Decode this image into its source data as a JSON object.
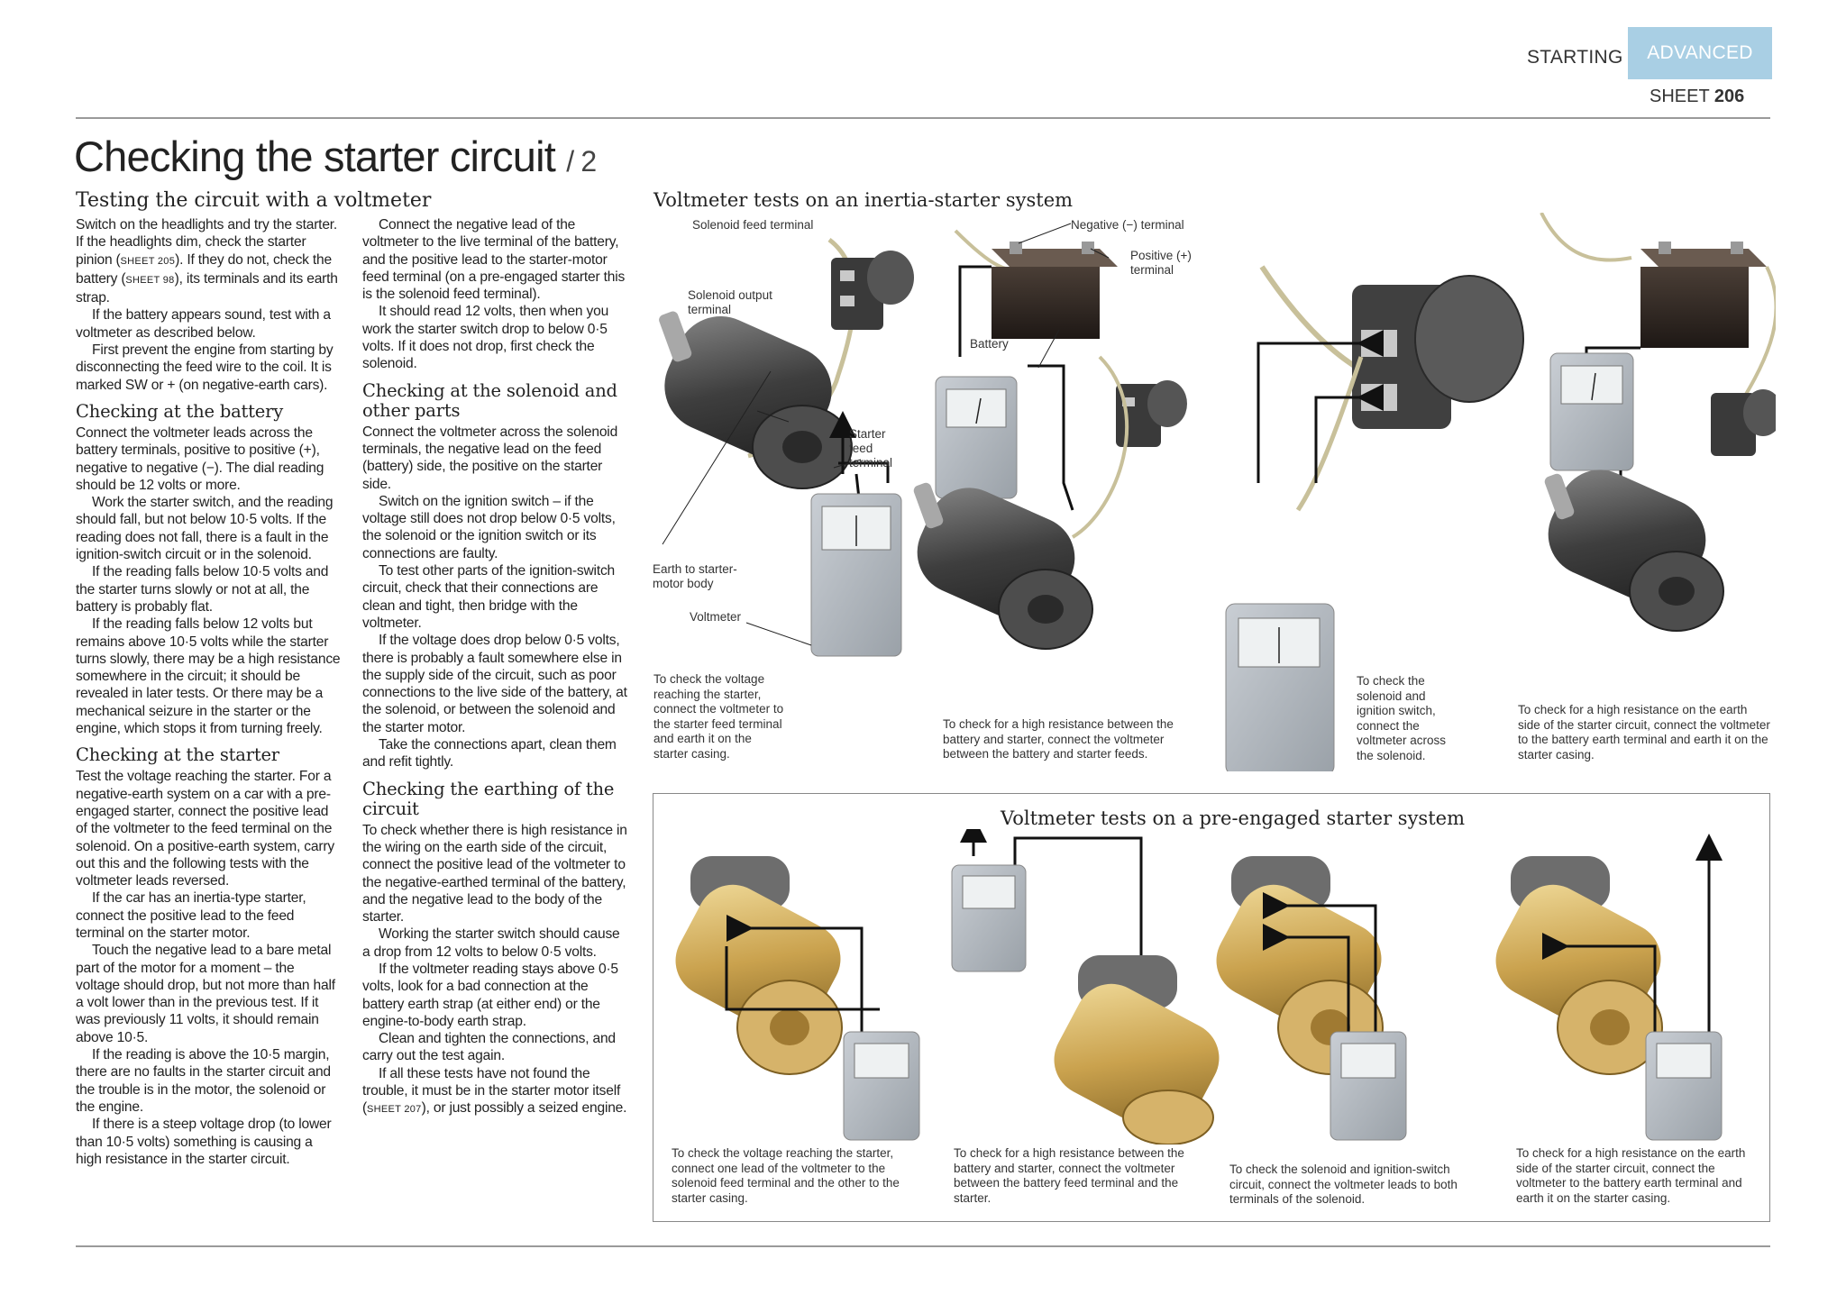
{
  "header": {
    "tab_starting": "STARTING",
    "tab_advanced": "ADVANCED",
    "sheet_label": "SHEET",
    "sheet_number": "206",
    "accent_color": "#a9cfe4"
  },
  "page": {
    "title": "Checking the starter circuit",
    "title_part": "/ 2"
  },
  "article": {
    "heading": "Testing the circuit with a voltmeter",
    "intro": [
      "Switch on the headlights and try the starter. If the headlights dim, check the starter pinion (",
      "SHEET 205",
      "). If they do not, check the battery (",
      "SHEET 98",
      "), its terminals and its earth strap.",
      "If the battery appears sound, test with a voltmeter as described below.",
      "First prevent the engine from starting by disconnecting the feed wire to the coil. It is marked SW or + (on negative-earth cars)."
    ],
    "battery_heading": "Checking at the battery",
    "battery": [
      "Connect the voltmeter leads across the battery terminals, positive to positive (+), negative to negative (−). The dial reading should be 12 volts or more.",
      "Work the starter switch, and the reading should fall, but not below 10·5 volts. If the reading does not fall, there is a fault in the ignition-switch circuit or in the solenoid.",
      "If the reading falls below 10·5 volts and the starter turns slowly or not at all, the battery is probably flat.",
      "If the reading falls below 12 volts but remains above 10·5 volts while the starter turns slowly, there may be a high resistance somewhere in the circuit; it should be revealed in later tests. Or there may be a mechanical seizure in the starter or the engine, which stops it from turning freely."
    ],
    "starter_heading": "Checking at the starter",
    "starter": [
      "Test the voltage reaching the starter. For a negative-earth system on a car with a pre-engaged starter, connect the positive lead of the voltmeter to the feed terminal on the solenoid. On a positive-earth system, carry out this and the following tests with the voltmeter leads reversed.",
      "If the car has an inertia-type starter, connect the positive lead to the feed terminal on the starter motor.",
      "Touch the negative lead to a bare metal part of the motor for a moment – the voltage should drop, but not more than half a volt lower than in the previous test. If it was previously 11 volts, it should remain above 10·5.",
      "If the reading is above the 10·5 margin, there are no faults in the starter circuit and the trouble is in the motor, the solenoid or the engine.",
      "If there is a steep voltage drop (to lower than 10·5 volts) something is causing a high resistance in the starter circuit.",
      "Connect the negative lead of the voltmeter to the live terminal of the battery, and the positive lead to the starter-motor feed terminal (on a pre-engaged starter this is the solenoid feed terminal).",
      "It should read 12 volts, then when you work the starter switch drop to below 0·5 volts. If it does not drop, first check the solenoid."
    ],
    "solenoid_heading": "Checking at the solenoid and other parts",
    "solenoid": [
      "Connect the voltmeter across the solenoid terminals, the negative lead on the feed (battery) side, the positive on the starter side.",
      "Switch on the ignition switch – if the voltage still does not drop below 0·5 volts, the solenoid or the ignition switch or its connections are faulty.",
      "To test other parts of the ignition-switch circuit, check that their connections are clean and tight, then bridge with the voltmeter.",
      "If the voltage does drop below 0·5 volts, there is probably a fault somewhere else in the supply side of the circuit, such as poor connections to the live side of the battery, at the solenoid, or between the solenoid and the starter motor.",
      "Take the connections apart, clean them and refit tightly."
    ],
    "earthing_heading": "Checking the earthing of the circuit",
    "earthing": [
      "To check whether there is high resistance in the wiring on the earth side of the circuit, connect the positive lead of the voltmeter to the negative-earthed terminal of the battery, and the negative lead to the body of the starter.",
      "Working the starter switch should cause a drop from 12 volts to below 0·5 volts.",
      "If the voltmeter reading stays above 0·5 volts, look for a bad connection at the battery earth strap (at either end) or the engine-to-body earth strap.",
      "Clean and tighten the connections, and carry out the test again.",
      "If all these tests have not found the trouble, it must be in the starter motor itself (",
      "SHEET 207",
      "), or just possibly a seized engine."
    ]
  },
  "inertia_figure": {
    "title": "Voltmeter tests on an inertia-starter system",
    "labels": {
      "solenoid_feed": "Solenoid feed terminal",
      "solenoid_output": "Solenoid output terminal",
      "starter_feed": "Starter feed terminal",
      "earth": "Earth to starter-motor body",
      "voltmeter": "Voltmeter",
      "negative": "Negative (−) terminal",
      "positive": "Positive (+) terminal",
      "battery": "Battery"
    },
    "captions": [
      "To check the voltage reaching the starter, connect the voltmeter to the starter feed terminal and earth it on the starter casing.",
      "To check for a high resistance between the battery and starter, connect the voltmeter between the battery and starter feeds.",
      "To check the solenoid and ignition switch, connect the voltmeter across the solenoid.",
      "To check for a high resistance on the earth side of the starter circuit, connect the voltmeter to the battery earth terminal and earth it on the starter casing."
    ]
  },
  "pre_engaged_figure": {
    "title": "Voltmeter tests on a pre-engaged starter system",
    "captions": [
      "To check the voltage reaching the starter, connect one lead of the voltmeter to the solenoid feed terminal and the other to the starter casing.",
      "To check for a high resistance between the battery and starter, connect the voltmeter between the battery feed terminal and the starter.",
      "To check the solenoid and ignition-switch circuit, connect the voltmeter leads to both terminals of the solenoid.",
      "To check for a high resistance on the earth side of the starter circuit, connect the voltmeter to the battery earth terminal and earth it on the starter casing."
    ]
  }
}
